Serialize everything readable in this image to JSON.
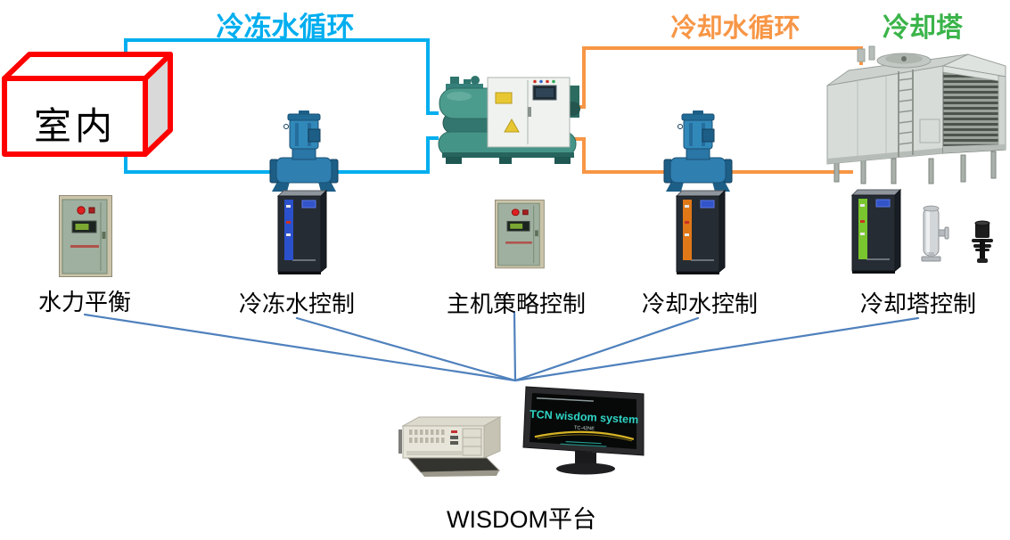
{
  "labels": {
    "chilled_loop": "冷冻水循环",
    "cooling_loop": "冷却水循环",
    "cooling_tower": "冷却塔",
    "indoor": "室内",
    "platform": "WISDOM平台"
  },
  "controls": [
    {
      "label": "水力平衡"
    },
    {
      "label": "冷冻水控制"
    },
    {
      "label": "主机策略控制"
    },
    {
      "label": "冷却水控制"
    },
    {
      "label": "冷却塔控制"
    }
  ],
  "monitor": {
    "title": "TCN wisdom system",
    "model": "TC-42NE"
  },
  "colors": {
    "chilled": "#00aeef",
    "cooling": "#f79646",
    "tower": "#3bb44a",
    "connector": "#4f81bd",
    "indoor": "#fe0000"
  }
}
